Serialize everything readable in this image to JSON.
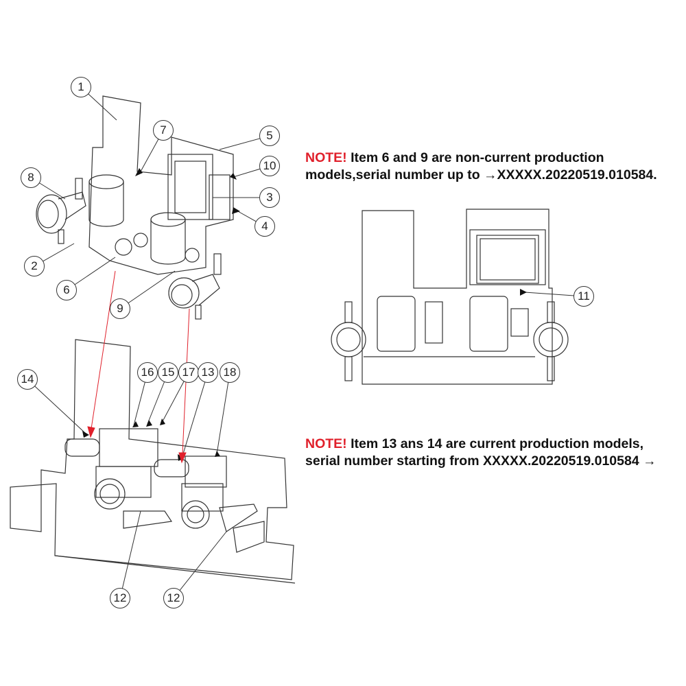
{
  "notes": [
    {
      "prefix": "NOTE!",
      "line1": " Item 6 and 9 are non-current production",
      "line2": "models,serial number up to →XXXXX.20220519.010584."
    },
    {
      "prefix": "NOTE!",
      "line1": " Item 13 ans 14 are current production models,",
      "line2": "serial number starting from XXXXX.20220519.010584 →"
    }
  ],
  "callouts": [
    "1",
    "7",
    "5",
    "10",
    "3",
    "4",
    "8",
    "2",
    "6",
    "9",
    "11",
    "14",
    "16",
    "15",
    "17",
    "13",
    "18",
    "12",
    "12"
  ],
  "colors": {
    "accent": "#e0202b",
    "line": "#333333"
  }
}
